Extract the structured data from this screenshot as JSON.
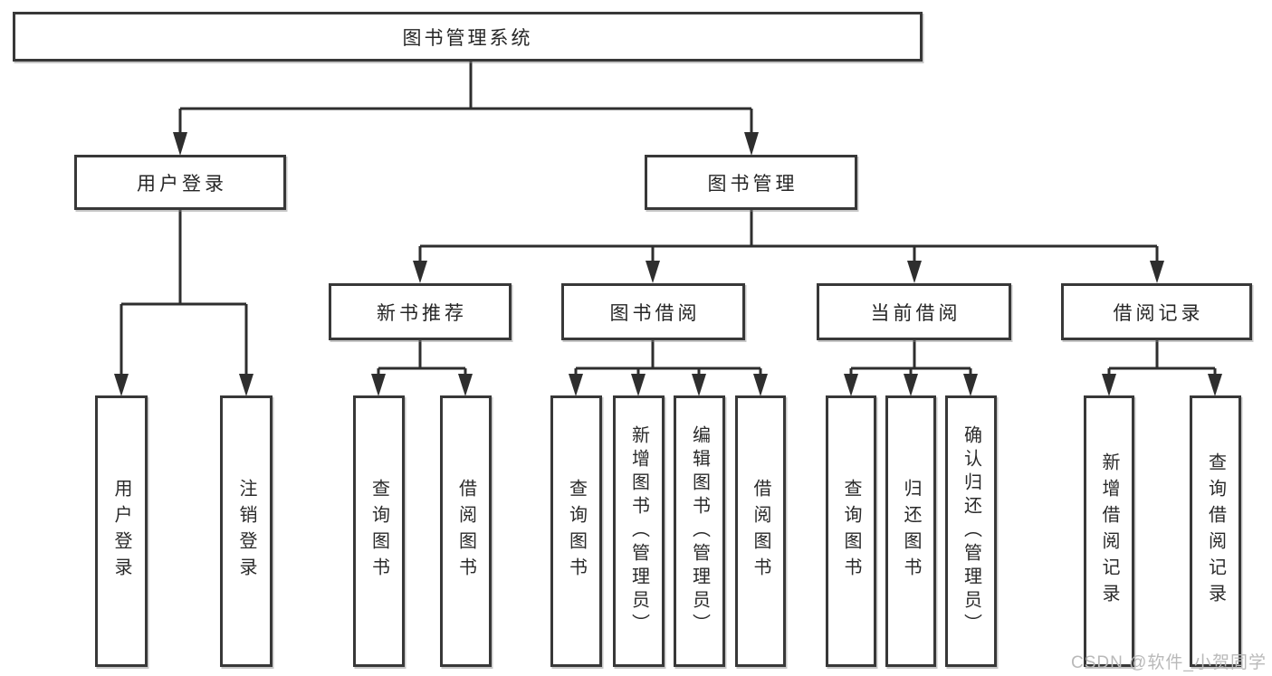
{
  "diagram_type": "hierarchy-tree",
  "tree": {
    "label": "图书管理系统",
    "children": [
      {
        "label": "用户登录",
        "children": [
          {
            "label": "用户登录"
          },
          {
            "label": "注销登录"
          }
        ]
      },
      {
        "label": "图书管理",
        "children": [
          {
            "label": "新书推荐",
            "children": [
              {
                "label": "查询图书"
              },
              {
                "label": "借阅图书"
              }
            ]
          },
          {
            "label": "图书借阅",
            "children": [
              {
                "label": "查询图书"
              },
              {
                "label": "新增图书（管理员）"
              },
              {
                "label": "编辑图书（管理员）"
              },
              {
                "label": "借阅图书"
              }
            ]
          },
          {
            "label": "当前借阅",
            "children": [
              {
                "label": "查询图书"
              },
              {
                "label": "归还图书"
              },
              {
                "label": "确认归还（管理员）"
              }
            ]
          },
          {
            "label": "借阅记录",
            "children": [
              {
                "label": "新增借阅记录"
              },
              {
                "label": "查询借阅记录"
              }
            ]
          }
        ]
      }
    ]
  },
  "watermark": "CSDN @软件_小贺同学",
  "colors": {
    "line": "#2e2e2e",
    "box_border": "#383838",
    "text": "#262626",
    "watermark": "#b9b9b9",
    "background": "#ffffff"
  }
}
